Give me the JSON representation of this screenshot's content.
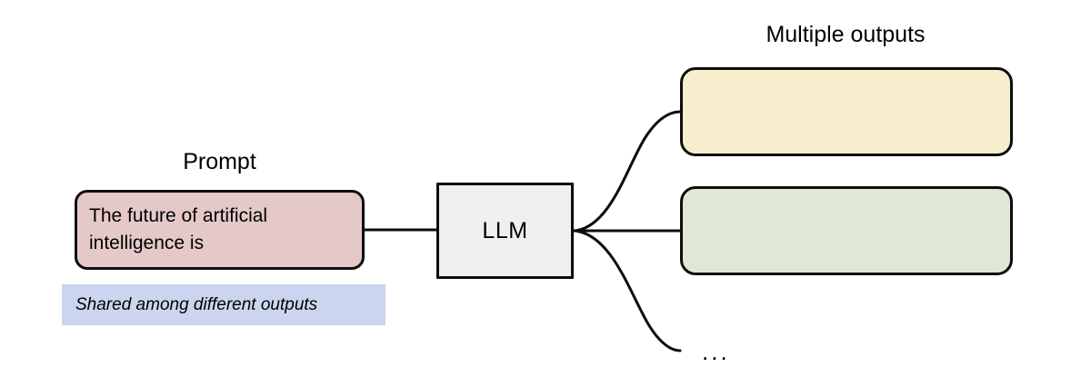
{
  "diagram": {
    "title_label": "Multiple outputs",
    "prompt_label": "Prompt",
    "prompt_box": {
      "line1": "The future of artificial",
      "line2": "intelligence is",
      "fill_color": "#e5c8c8"
    },
    "model_box": {
      "label": "LLM",
      "fill_color": "#efefef"
    },
    "outputs": [
      {
        "name": "output-1",
        "text": "",
        "fill_color": "#f7eecd"
      },
      {
        "name": "output-2",
        "text": "",
        "fill_color": "#dee8d5"
      }
    ],
    "more_outputs_marker": "...",
    "note": {
      "text": "Shared among different outputs",
      "fill_color": "#ccd5f0"
    },
    "stroke_color": "#0d0d0d"
  }
}
